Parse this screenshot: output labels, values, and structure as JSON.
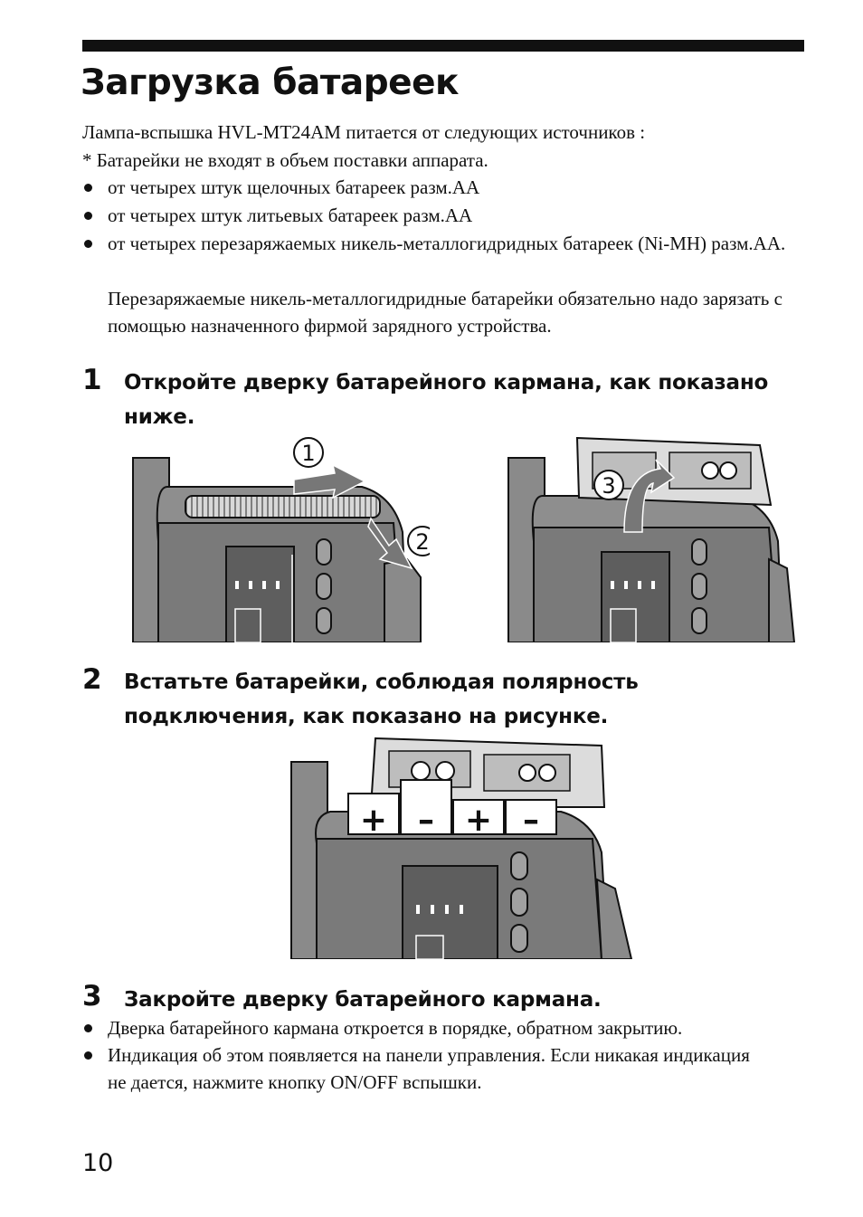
{
  "title": "Загрузка батареек",
  "intro": {
    "line1": "Лампа-вспышка HVL-MT24AM питается от следующих источников :",
    "line2": "* Батарейки не входят в объем поставки аппарата.",
    "bullets": [
      "от четырех штук щелочных батареек разм.АА",
      "от четырех штук литьевых батареек разм.АА",
      "от четырех перезаряжаемых никель-металлогидридных батареек (Ni-MH) разм.АА."
    ],
    "note": "Перезаряжаемые никель-металлогидридные батарейки обязательно надо зарязать с помощью назначенного фирмой зарядного устройства."
  },
  "steps": [
    {
      "number": "1",
      "text": "Откройте дверку батарейного кармана, как показано ниже."
    },
    {
      "number": "2",
      "text": "Встатьте батарейки, соблюдая полярность подключения, как показано на рисунке."
    },
    {
      "number": "3",
      "text": "Закройте дверку батарейного кармана."
    }
  ],
  "step3_bullets": [
    "Дверка батарейного кармана откроется в порядке, обратном закрытию.",
    "Индикация об этом появляется на панели управления. Если никакая индикация не дается, нажмите кнопку ON/OFF вспышки."
  ],
  "figures": {
    "fig1_labels": [
      "1",
      "2"
    ],
    "fig1b_labels": [
      "3"
    ],
    "fig2_polarity": [
      "+",
      "–",
      "+",
      "–"
    ]
  },
  "page_number": "10"
}
